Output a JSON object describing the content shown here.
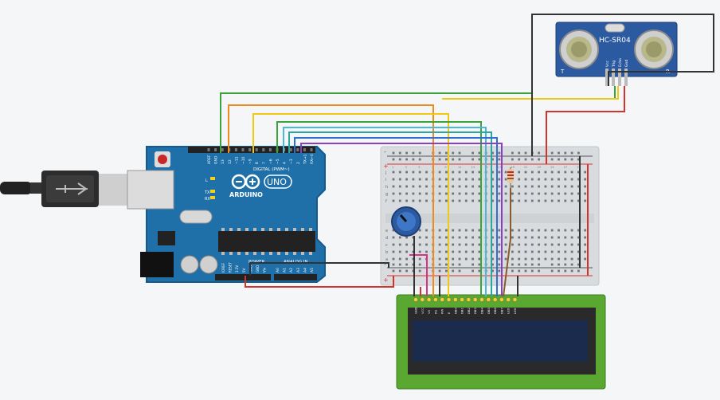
{
  "arduino": {
    "brand": "ARDUINO",
    "model": "UNO",
    "digital_header": "DIGITAL (PWM~)",
    "power_header": "POWER",
    "analog_header": "ANALOG IN",
    "led_tx": "TX",
    "led_rx": "RX",
    "led_l": "L",
    "top_pins": [
      "AREF",
      "GND",
      "13",
      "12",
      "~11",
      "~10",
      "~9",
      "8",
      "7",
      "~6",
      "~5",
      "4",
      "~3",
      "2",
      "TX→1",
      "RX←0"
    ],
    "power_pins": [
      "IOREF",
      "RESET",
      "3.3V",
      "5V",
      "GND",
      "GND",
      "Vin"
    ],
    "analog_pins": [
      "A0",
      "A1",
      "A2",
      "A3",
      "A4",
      "A5"
    ]
  },
  "sensor": {
    "label": "HC-SR04",
    "left_mark": "T",
    "right_mark": "R",
    "pins": [
      "Vcc",
      "Trig",
      "Echo",
      "Gnd"
    ]
  },
  "breadboard": {
    "rail_plus": "+",
    "rail_minus": "-",
    "rows_top": [
      "j",
      "i",
      "h",
      "g",
      "f"
    ],
    "rows_bottom": [
      "e",
      "d",
      "c",
      "b",
      "a"
    ],
    "column_numbers": [
      "1",
      "3",
      "5",
      "7",
      "9",
      "11",
      "13",
      "15",
      "17",
      "19",
      "21",
      "23",
      "25",
      "27",
      "29"
    ]
  },
  "lcd": {
    "pin_labels": [
      "GND",
      "VCC",
      "V0",
      "RS",
      "RW",
      "E",
      "DB0",
      "DB1",
      "DB2",
      "DB3",
      "DB4",
      "DB5",
      "DB6",
      "DB7",
      "LED",
      "LED"
    ]
  },
  "colors": {
    "arduino_blue": "#1f6fa8",
    "breadboard": "#d9dcdf",
    "wire_green": "#3aa43a",
    "wire_orange": "#f08a1c",
    "wire_yellow": "#f2c912",
    "wire_cyan": "#4bb8d8",
    "wire_teal": "#2aa7a0",
    "wire_blue": "#2f6fd0",
    "wire_purple": "#8a3fc4",
    "wire_red": "#d6322c",
    "wire_black": "#333333",
    "wire_magenta": "#d63384",
    "wire_brown": "#8b5a2b",
    "lcd_board": "#5aa832",
    "lcd_screen": "#1b2b4d"
  },
  "icons": [
    "usb-cable-icon",
    "arduino-logo-icon",
    "potentiometer-icon",
    "resistor-icon",
    "ultrasonic-transducer-icon"
  ]
}
